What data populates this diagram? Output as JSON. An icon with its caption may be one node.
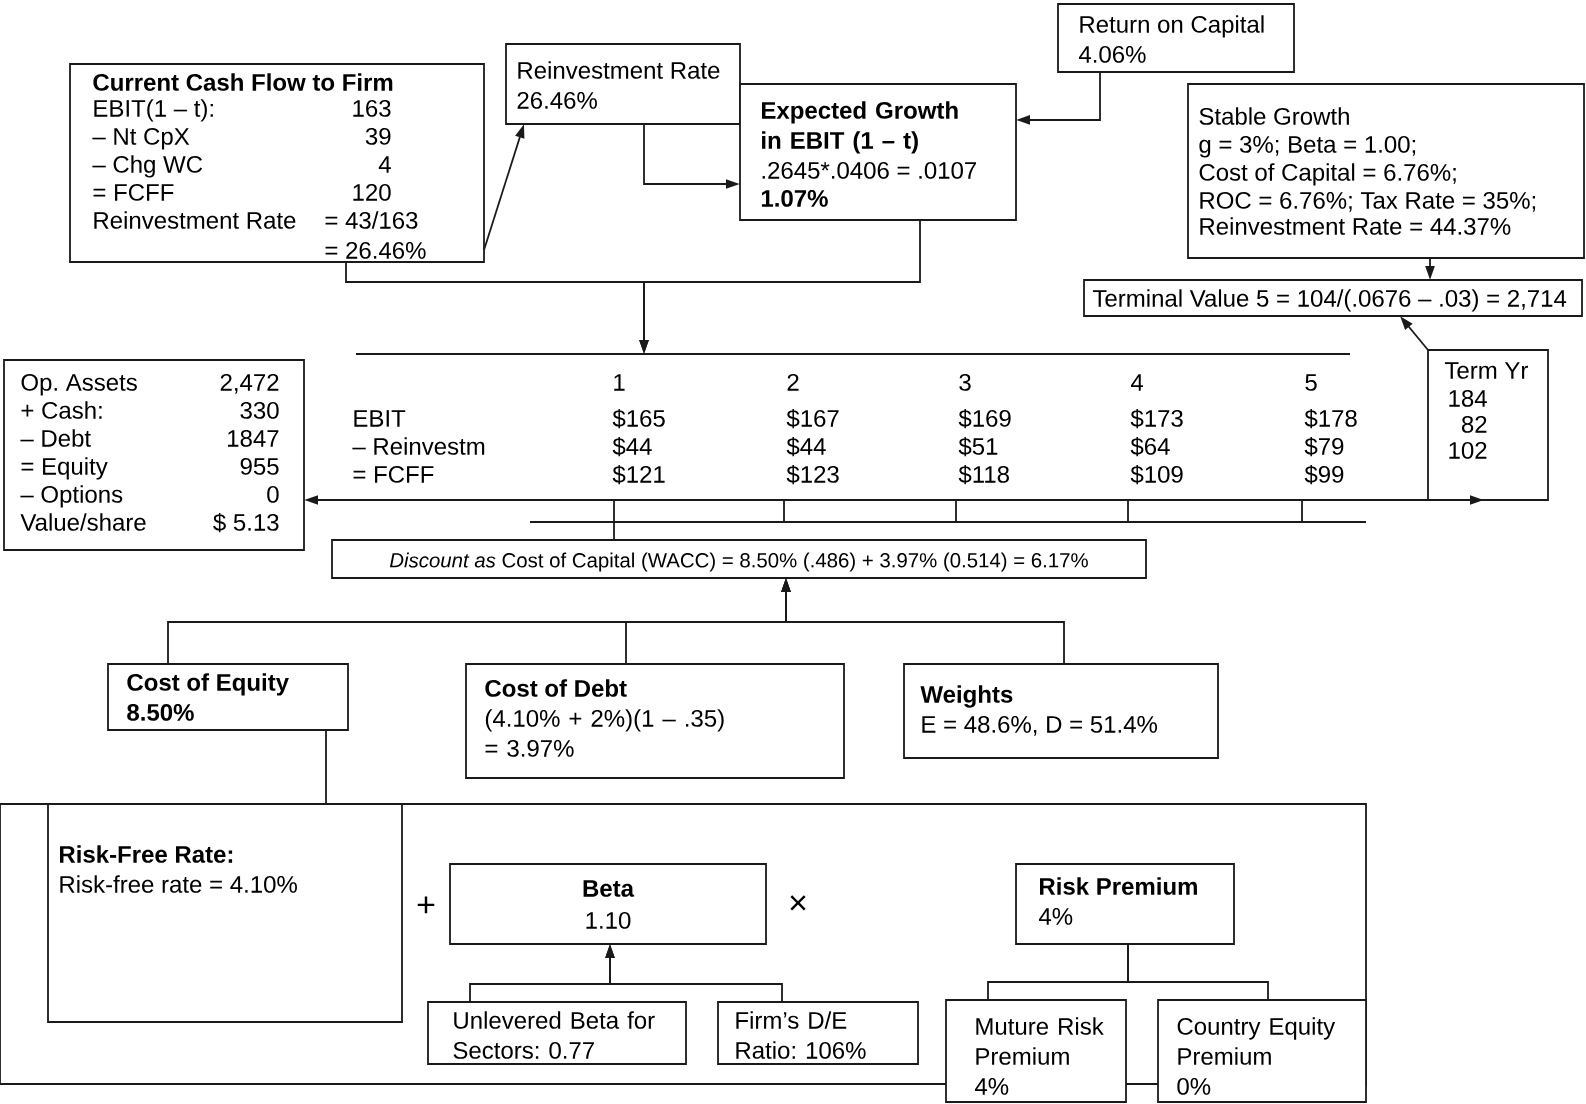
{
  "diagram": {
    "nodes": [
      {
        "text": [
          "Current Cash Flow to Firm",
          "EBIT(1 – t):",
          "163",
          "– Nt CpX",
          "39",
          "– Chg WC",
          "4",
          "= FCFF",
          "120",
          "Reinvestment Rate",
          "= 43/163",
          "= 26.46%"
        ]
      },
      {
        "text": [
          "Reinvestment Rate",
          "26.46%"
        ]
      },
      {
        "text": [
          "Return on Capital",
          "4.06%"
        ]
      },
      {
        "text": [
          "Expected Growth in EBIT (1 – t)",
          ".2645*.0406 = .0107",
          "1.07%"
        ]
      },
      {
        "text": [
          "Stable Growth",
          "g = 3%; Beta = 1.00;",
          "Cost of Capital = 6.76%;",
          "ROC = 6.76%; Tax Rate = 35%;",
          "Reinvestment Rate = 44.37%"
        ]
      },
      {
        "text": [
          "Terminal Value 5 = 104/(.0676 – .03) = 2,714"
        ]
      },
      {
        "text": [
          "Term Yr",
          "184",
          "82",
          "102"
        ]
      },
      {
        "text": [
          "Op. Assets",
          "2,472",
          "+ Cash:",
          "330",
          "– Debt",
          "1847",
          "= Equity",
          "955",
          "– Options",
          "0",
          "Value/share",
          "$ 5.13"
        ]
      },
      {
        "text": [
          "1",
          "2",
          "3",
          "4",
          "5",
          "EBIT",
          "$165",
          "$167",
          "$169",
          "$173",
          "$178",
          "– Reinvestm",
          "$44",
          "$44",
          "$51",
          "$64",
          "$79",
          "= FCFF",
          "$121",
          "$123",
          "$118",
          "$109",
          "$99"
        ]
      },
      {
        "text": [
          "*Discount as* Cost of Capital (WACC) = 8.50% (.486) + 3.97% (0.514) = 6.17%"
        ]
      },
      {
        "text": [
          "Cost of Equity",
          "8.50%"
        ]
      },
      {
        "text": [
          "Cost of Debt",
          "(4.10% + 2%)(1 – .35) = 3.97%"
        ]
      },
      {
        "text": [
          "Weights",
          "E = 48.6%, D = 51.4%"
        ]
      },
      {
        "text": [],
        "shape": "box"
      },
      {
        "text": [
          "Risk-Free Rate:",
          "Risk-free rate = 4.10%"
        ],
        "in": 13
      },
      {
        "text": [
          "Beta",
          "1.10"
        ],
        "in": 13
      },
      {
        "text": [
          "Risk Premium",
          "4%"
        ],
        "in": 13
      },
      {
        "text": [
          "Unlevered Beta for Sectors: 0.77"
        ],
        "in": 13
      },
      {
        "text": [
          "Firm’s D/E Ratio: 106%"
        ],
        "in": 13
      },
      {
        "text": [
          "Muture Risk Premium",
          "4%"
        ]
      },
      {
        "text": [
          "Country Equity Premium",
          "0%"
        ]
      }
    ],
    "edges": [
      {
        "from": 0,
        "to": 1,
        "arrow": "to"
      },
      {
        "from": 1,
        "to": 3,
        "arrow": "to"
      },
      {
        "from": 2,
        "to": 3,
        "arrow": "to"
      },
      {
        "from": 0,
        "to": 8,
        "arrow": "to"
      },
      {
        "from": 3,
        "to": 8,
        "arrow": "to"
      },
      {
        "from": 4,
        "to": 5,
        "arrow": "to"
      },
      {
        "from": 6,
        "to": 5,
        "arrow": "to"
      },
      {
        "from": 6,
        "to": 7,
        "arrow": "both"
      },
      {
        "from": 9,
        "to": 8,
        "arrow": "none"
      },
      {
        "from": 10,
        "to": 9,
        "arrow": "to"
      },
      {
        "from": 11,
        "to": 9,
        "arrow": "to"
      },
      {
        "from": 12,
        "to": 9,
        "arrow": "to"
      },
      {
        "from": 10,
        "to": 13,
        "arrow": "none"
      },
      {
        "from": 17,
        "to": 15,
        "arrow": "to"
      },
      {
        "from": 18,
        "to": 15,
        "arrow": "to"
      },
      {
        "from": 16,
        "to": 19,
        "arrow": "none"
      },
      {
        "from": 16,
        "to": 20,
        "arrow": "none"
      }
    ],
    "labels": [
      "+",
      "×"
    ]
  }
}
